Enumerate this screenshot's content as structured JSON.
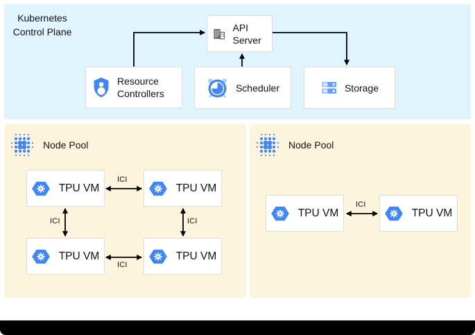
{
  "control_plane": {
    "title": "Kubernetes Control Plane",
    "nodes": {
      "api_server": {
        "label": "API Server",
        "icon": "building-icon"
      },
      "resource_controllers": {
        "label": "Resource Controllers",
        "icon": "shield-person-icon"
      },
      "scheduler": {
        "label": "Scheduler",
        "icon": "alarm-clock-icon"
      },
      "storage": {
        "label": "Storage",
        "icon": "storage-stack-icon"
      }
    }
  },
  "node_pools": [
    {
      "label": "Node Pool",
      "icon": "dots-cluster-icon",
      "vms": [
        {
          "label": "TPU VM",
          "icon": "tpu-hexagon-icon"
        },
        {
          "label": "TPU VM",
          "icon": "tpu-hexagon-icon"
        },
        {
          "label": "TPU VM",
          "icon": "tpu-hexagon-icon"
        },
        {
          "label": "TPU VM",
          "icon": "tpu-hexagon-icon"
        }
      ],
      "links": [
        {
          "label": "ICI"
        },
        {
          "label": "ICI"
        },
        {
          "label": "ICI"
        },
        {
          "label": "ICI"
        }
      ]
    },
    {
      "label": "Node Pool",
      "icon": "dots-cluster-icon",
      "vms": [
        {
          "label": "TPU VM",
          "icon": "tpu-hexagon-icon"
        },
        {
          "label": "TPU VM",
          "icon": "tpu-hexagon-icon"
        }
      ],
      "links": [
        {
          "label": "ICI"
        }
      ]
    }
  ],
  "colors": {
    "control_plane_bg": "#e0f4fd",
    "node_pool_bg": "#fcf4dc",
    "box_border": "#dadce0",
    "box_bg": "#ffffff",
    "arrow": "#000000",
    "google_blue": "#4285f4",
    "blue_light": "#aecbfa",
    "blue_medium": "#669df6",
    "icon_gray": "#5f6368",
    "bottom_bar": "#000000"
  }
}
